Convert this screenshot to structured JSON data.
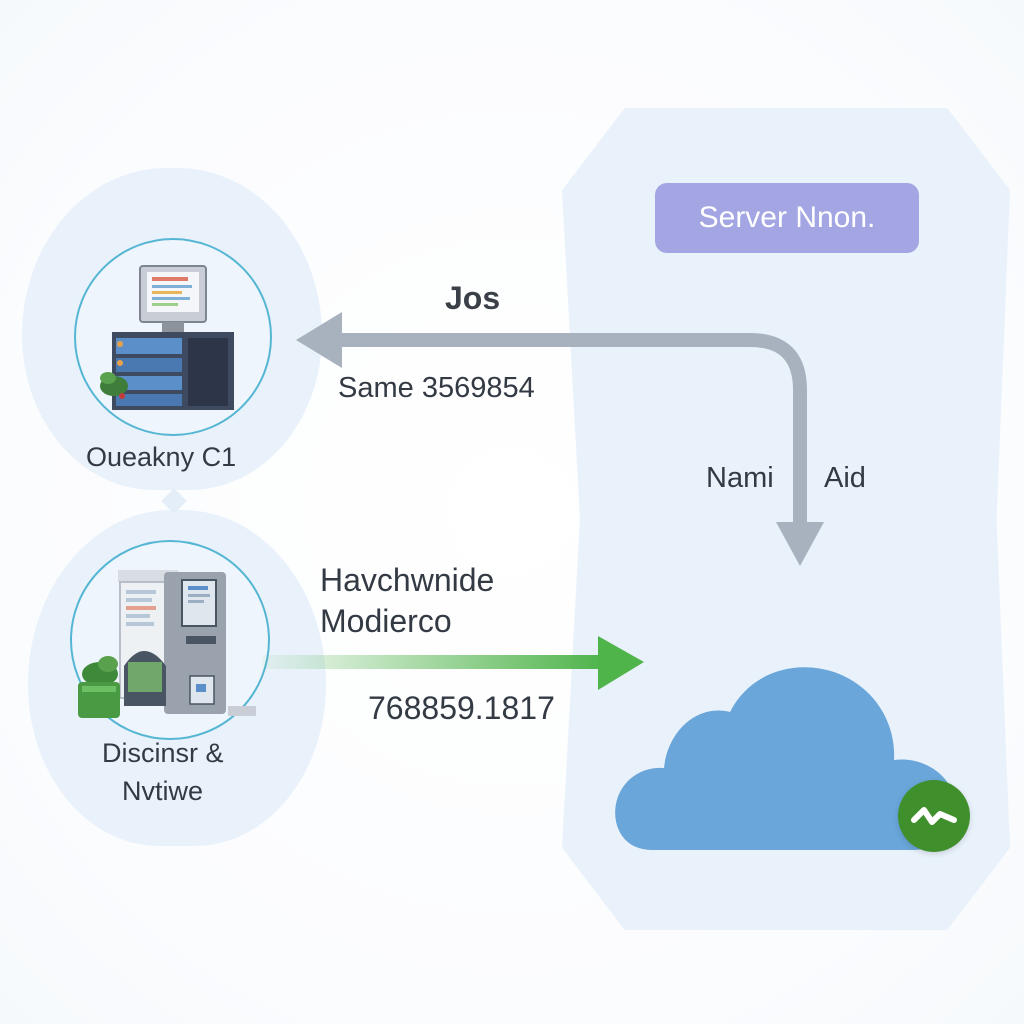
{
  "server": {
    "badge_label": "Server Nnon."
  },
  "devices": {
    "top": {
      "label": "Oueakny C1"
    },
    "bottom": {
      "label_line1": "Discinsr &",
      "label_line2": "Nvtiwe"
    }
  },
  "flows": {
    "top": {
      "title": "Jos",
      "value": "Same 3569854",
      "branch_left": "Nami",
      "branch_right": "Aid",
      "color": "#a8b1be"
    },
    "bottom": {
      "title_line1": "Havchwnide",
      "title_line2": "Modierco",
      "value": "768859.1817",
      "color": "#4fb44a"
    }
  },
  "cloud": {
    "color": "#6aa6da",
    "status_icon": "wave-check-icon",
    "status_color": "#3f8f2c"
  }
}
